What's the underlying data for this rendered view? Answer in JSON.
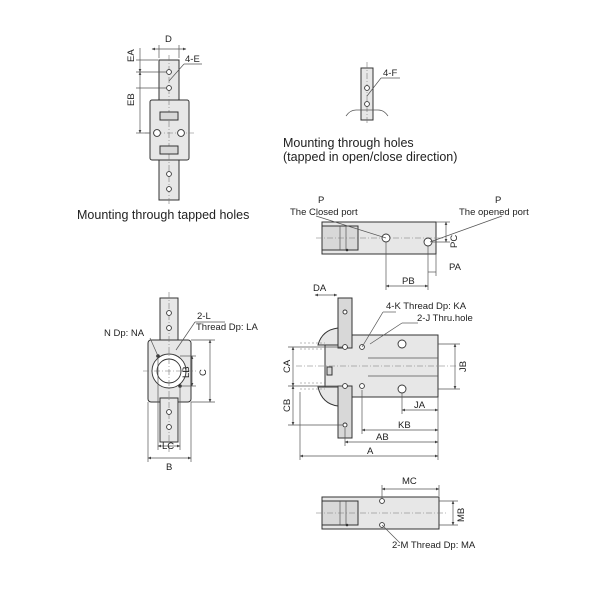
{
  "captions": {
    "tapped_holes": "Mounting through tapped holes",
    "through_holes_line1": "Mounting through holes",
    "through_holes_line2": "(tapped in open/close  direction)"
  },
  "top_left_view": {
    "D": "D",
    "EA": "EA",
    "EB": "EB",
    "four_E": "4-E"
  },
  "top_right_view": {
    "four_F": "4-F"
  },
  "port_view": {
    "P_left": "P",
    "closed_port": "The Closed port",
    "P_right": "P",
    "opened_port": "The opened port",
    "PC": "PC",
    "PA": "PA",
    "PB": "PB"
  },
  "end_view": {
    "N": "N Dp: NA",
    "two_L": "2-L",
    "thread_LA": "Thread Dp: LA",
    "C": "C",
    "LB": "LB",
    "LC": "LC",
    "B": "B"
  },
  "front_view": {
    "DA": "DA",
    "four_K": "4-K Thread Dp: KA",
    "two_J": "2-J Thru.hole",
    "CA": "CA",
    "CB": "CB",
    "JB": "JB",
    "JA": "JA",
    "KB": "KB",
    "AB": "AB",
    "A": "A"
  },
  "bottom_view": {
    "MC": "MC",
    "MB": "MB",
    "two_M": "2-M Thread Dp: MA"
  }
}
